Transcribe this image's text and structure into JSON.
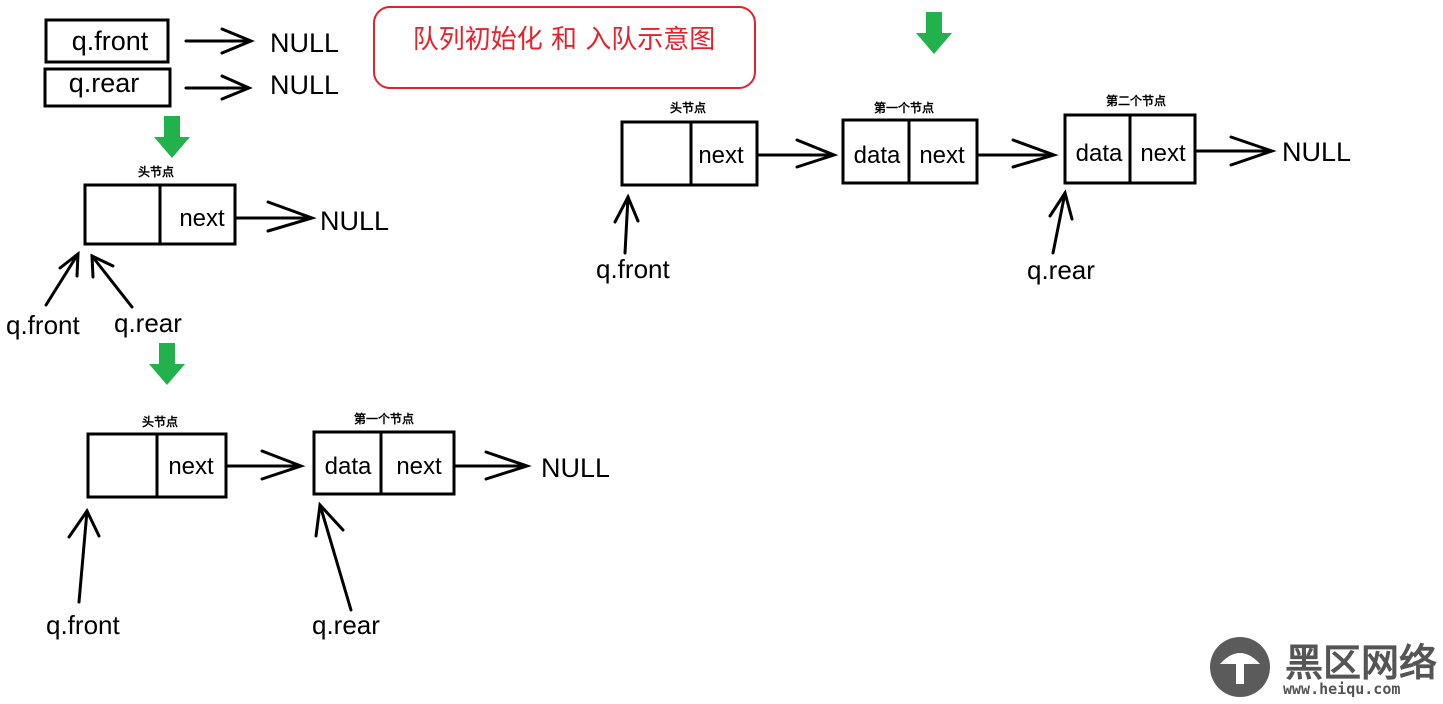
{
  "title": "队列初始化 和 入队示意图",
  "labels": {
    "front": "q.front",
    "rear": "q.rear",
    "null": "NULL",
    "next": "next",
    "data": "data",
    "head_node": "头节点",
    "first_node": "第一个节点",
    "second_node": "第二个节点"
  },
  "watermark": {
    "name": "黑区网络",
    "url": "www.heiqu.com"
  },
  "colors": {
    "title": "#e8202a",
    "step_arrow": "#22b24c",
    "line": "#000000"
  }
}
